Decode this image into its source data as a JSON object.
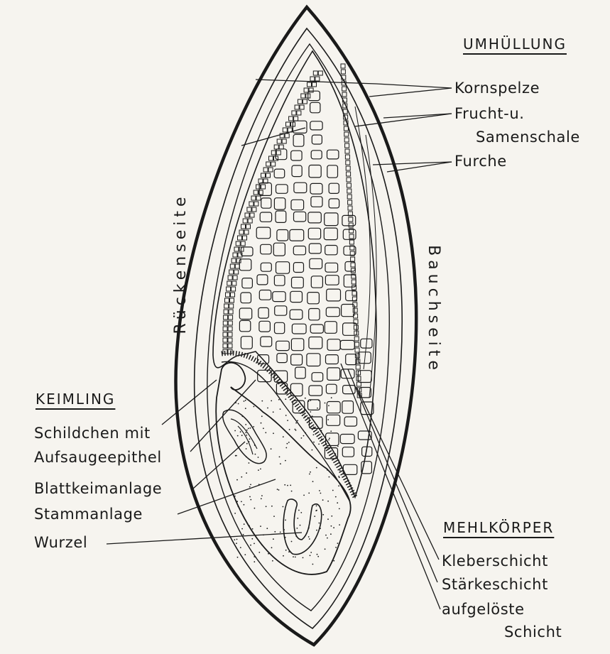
{
  "headings": {
    "umhuellung": "UMHÜLLUNG",
    "keimling": "KEIMLING",
    "mehlkoerper": "MEHLKÖRPER"
  },
  "sides": {
    "ruecken": "Rückenseite",
    "bauch": "Bauchseite"
  },
  "labels": {
    "kornspelze": "Kornspelze",
    "frucht": "Frucht-u.",
    "samenschale": "Samenschale",
    "furche": "Furche",
    "schildchen": "Schildchen mit",
    "aufsauge": "Aufsaugeepithel",
    "blattkeim": "Blattkeimanlage",
    "stamm": "Stammanlage",
    "wurzel": "Wurzel",
    "kleber": "Kleberschicht",
    "staerke": "Stärkeschicht",
    "aufgeloeste": "aufgelöste",
    "schicht": "Schicht"
  },
  "colors": {
    "ink": "#1a1a1a",
    "paper": "#f6f4ef"
  }
}
